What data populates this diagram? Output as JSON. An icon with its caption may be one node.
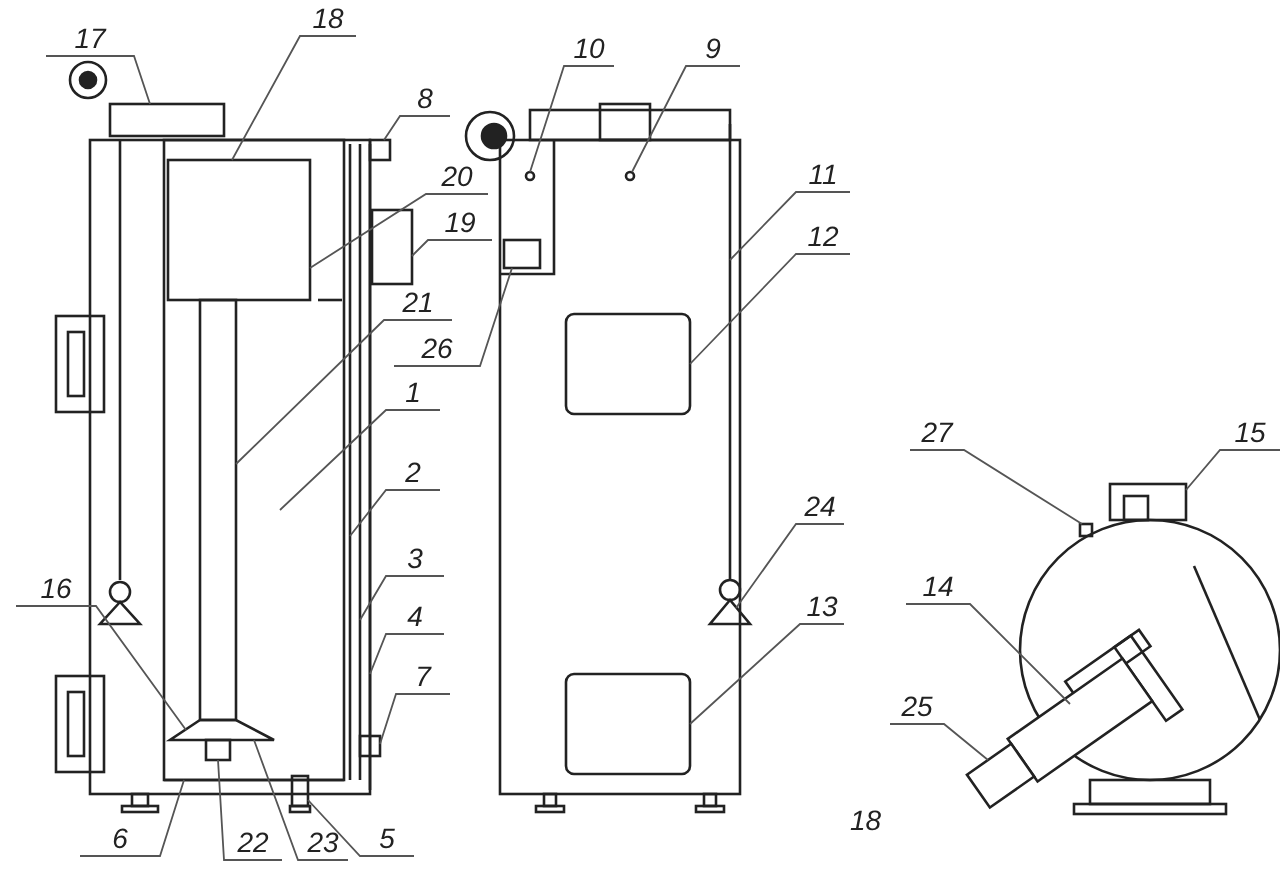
{
  "diagram": {
    "nodes": [
      {
        "text": [
          "18"
        ]
      },
      {
        "text": [
          "17"
        ]
      },
      {
        "text": [
          "10"
        ]
      },
      {
        "text": [
          "9"
        ]
      },
      {
        "text": [
          "8"
        ]
      },
      {
        "text": [
          "11"
        ]
      },
      {
        "text": [
          "20"
        ]
      },
      {
        "text": [
          "19"
        ]
      },
      {
        "text": [
          "12"
        ]
      },
      {
        "text": [
          "21"
        ]
      },
      {
        "text": [
          "26"
        ]
      },
      {
        "text": [
          "1"
        ]
      },
      {
        "text": [
          "27"
        ]
      },
      {
        "text": [
          "15"
        ]
      },
      {
        "text": [
          "2"
        ]
      },
      {
        "text": [
          "24"
        ]
      },
      {
        "text": [
          "3"
        ]
      },
      {
        "text": [
          "16"
        ]
      },
      {
        "text": [
          "14"
        ]
      },
      {
        "text": [
          "13"
        ]
      },
      {
        "text": [
          "4"
        ]
      },
      {
        "text": [
          "7"
        ]
      },
      {
        "text": [
          "25"
        ]
      },
      {
        "text": [
          "6"
        ]
      },
      {
        "text": [
          "22"
        ]
      },
      {
        "text": [
          "23"
        ]
      },
      {
        "text": [
          "5"
        ]
      },
      {
        "text": [],
        "shape": "box",
        "in": 37
      },
      {
        "text": [],
        "shape": "box"
      },
      {
        "text": [],
        "shape": "circle"
      },
      {
        "text": [],
        "shape": "circle"
      },
      {
        "text": [],
        "shape": "box"
      },
      {
        "text": [],
        "shape": "bar"
      },
      {
        "text": [],
        "shape": "box"
      },
      {
        "text": [],
        "shape": "box"
      },
      {
        "text": [],
        "shape": "box",
        "in": 37
      },
      {
        "text": [],
        "shape": "box"
      },
      {
        "text": [],
        "shape": "box"
      },
      {
        "text": [],
        "shape": "box"
      },
      {
        "text": [],
        "shape": "box"
      },
      {
        "text": [],
        "shape": "bar"
      },
      {
        "text": [],
        "shape": "bar"
      },
      {
        "text": [],
        "shape": "triangle"
      },
      {
        "text": [],
        "shape": "cone",
        "in": 37
      },
      {
        "text": [],
        "shape": "box"
      },
      {
        "text": [],
        "shape": "box"
      },
      {
        "text": [],
        "shape": "bar"
      },
      {
        "text": [],
        "shape": "box"
      },
      {
        "text": [],
        "shape": "box"
      },
      {
        "text": [],
        "shape": "bar"
      },
      {
        "text": [],
        "shape": "box",
        "in": 37
      },
      {
        "text": [],
        "shape": "box"
      }
    ],
    "edges": [
      {
        "from": 0,
        "to": 27,
        "arrow": "none"
      },
      {
        "from": 1,
        "to": 28,
        "arrow": "none"
      },
      {
        "from": 2,
        "to": 29,
        "arrow": "none"
      },
      {
        "from": 3,
        "to": 30,
        "arrow": "none"
      },
      {
        "from": 4,
        "to": 31,
        "arrow": "none"
      },
      {
        "from": 5,
        "to": 32,
        "arrow": "none"
      },
      {
        "from": 6,
        "to": 27,
        "arrow": "none"
      },
      {
        "from": 7,
        "to": 33,
        "arrow": "none"
      },
      {
        "from": 8,
        "to": 34,
        "arrow": "none"
      },
      {
        "from": 9,
        "to": 35,
        "arrow": "none"
      },
      {
        "from": 10,
        "to": 36,
        "arrow": "none"
      },
      {
        "from": 11,
        "to": 37,
        "arrow": "none"
      },
      {
        "from": 12,
        "to": 38,
        "arrow": "none"
      },
      {
        "from": 13,
        "to": 39,
        "arrow": "none"
      },
      {
        "from": 14,
        "to": 40,
        "arrow": "none"
      },
      {
        "from": 15,
        "to": 42,
        "arrow": "none"
      },
      {
        "from": 16,
        "to": 41,
        "arrow": "none"
      },
      {
        "from": 17,
        "to": 43,
        "arrow": "none"
      },
      {
        "from": 18,
        "to": 44,
        "arrow": "none"
      },
      {
        "from": 19,
        "to": 45,
        "arrow": "none"
      },
      {
        "from": 20,
        "to": 46,
        "arrow": "none"
      },
      {
        "from": 21,
        "to": 47,
        "arrow": "none"
      },
      {
        "from": 22,
        "to": 48,
        "arrow": "none"
      },
      {
        "from": 23,
        "to": 49,
        "arrow": "none"
      },
      {
        "from": 24,
        "to": 50,
        "arrow": "none"
      },
      {
        "from": 25,
        "to": 43,
        "arrow": "none"
      },
      {
        "from": 26,
        "to": 51,
        "arrow": "none"
      }
    ],
    "labels": [
      "18"
    ]
  }
}
